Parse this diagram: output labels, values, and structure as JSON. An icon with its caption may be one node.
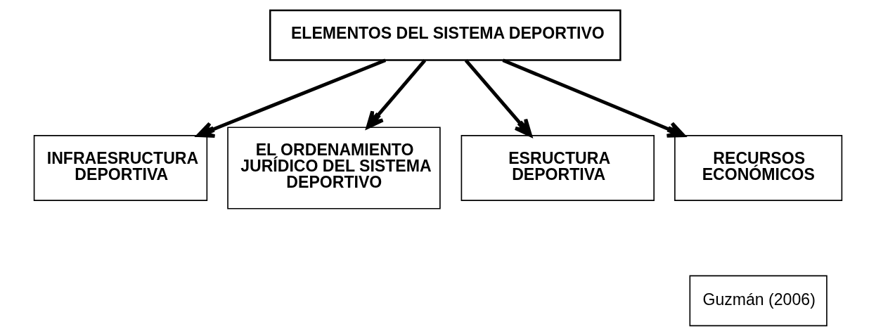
{
  "diagram": {
    "nodes": [
      {
        "text": [
          "ELEMENTOS DEL SISTEMA DEPORTIVO"
        ]
      },
      {
        "text": [
          "INFRAESRUCTURA DEPORTIVA"
        ]
      },
      {
        "text": [
          "EL ORDENAMIENTO JURÍDICO DEL SISTEMA DEPORTIVO"
        ]
      },
      {
        "text": [
          "ESRUCTURA DEPORTIVA"
        ]
      },
      {
        "text": [
          "RECURSOS ECONÓMICOS"
        ]
      },
      {
        "text": [
          "Guzmán (2006)"
        ]
      }
    ],
    "edges": [
      {
        "from": 0,
        "to": 1,
        "arrow": "to"
      },
      {
        "from": 0,
        "to": 2,
        "arrow": "to"
      },
      {
        "from": 0,
        "to": 3,
        "arrow": "to"
      },
      {
        "from": 0,
        "to": 4,
        "arrow": "to"
      }
    ]
  }
}
